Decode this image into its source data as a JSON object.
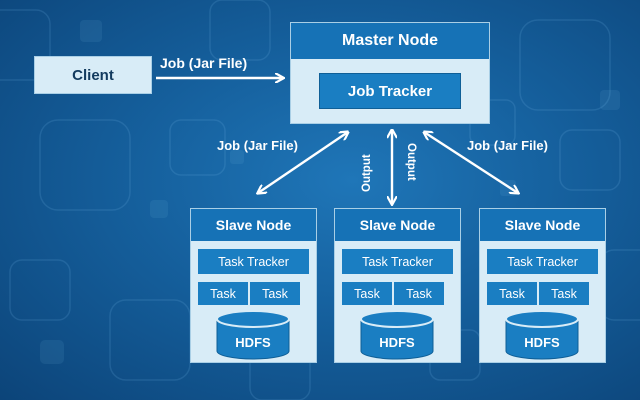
{
  "client": {
    "label": "Client"
  },
  "client_to_master": {
    "label": "Job (Jar File)"
  },
  "master": {
    "title": "Master Node",
    "job_tracker": "Job Tracker"
  },
  "left_link": {
    "label": "Job (Jar File)"
  },
  "right_link": {
    "label": "Job (Jar File)"
  },
  "center_link": {
    "label_left": "Output",
    "label_right": "Output"
  },
  "slaves": [
    {
      "title": "Slave Node",
      "task_tracker": "Task Tracker",
      "task_1": "Task",
      "task_2": "Task",
      "storage": "HDFS"
    },
    {
      "title": "Slave Node",
      "task_tracker": "Task Tracker",
      "task_1": "Task",
      "task_2": "Task",
      "storage": "HDFS"
    },
    {
      "title": "Slave Node",
      "task_tracker": "Task Tracker",
      "task_1": "Task",
      "task_2": "Task",
      "storage": "HDFS"
    }
  ],
  "colors": {
    "background": "#155f9c",
    "panel": "#d8ecf7",
    "header": "#1672b6",
    "chip": "#1a7ec2"
  }
}
